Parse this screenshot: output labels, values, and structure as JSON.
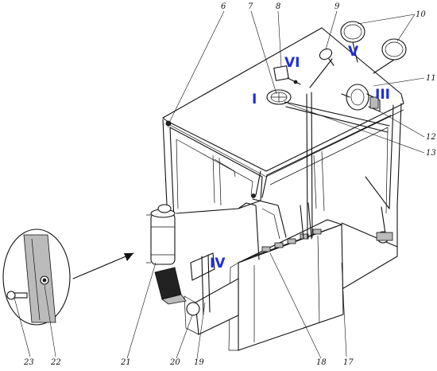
{
  "diagram": {
    "part_numbers": [
      "6",
      "7",
      "8",
      "9",
      "10",
      "11",
      "12",
      "13",
      "17",
      "18",
      "19",
      "20",
      "21",
      "22",
      "23"
    ],
    "zones": [
      "I",
      "III",
      "IV",
      "V",
      "VI"
    ]
  }
}
